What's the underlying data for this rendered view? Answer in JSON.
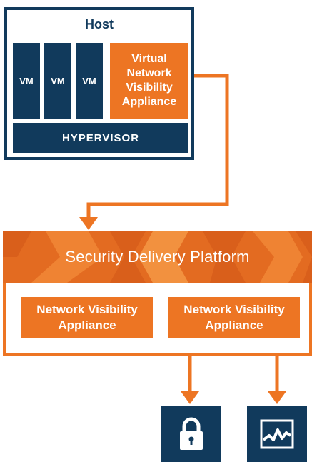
{
  "host": {
    "title": "Host",
    "vms": [
      "VM",
      "VM",
      "VM"
    ],
    "virtual_appliance": "Virtual Network Visibility Appliance",
    "hypervisor": "HYPERVISOR"
  },
  "platform": {
    "title": "Security Delivery Platform",
    "appliances": [
      "Network Visibility Appliance",
      "Network Visibility Appliance"
    ]
  },
  "tools": [
    {
      "icon": "lock-icon"
    },
    {
      "icon": "monitor-graph-icon"
    }
  ],
  "colors": {
    "navy": "#113a5c",
    "orange": "#ed7523",
    "orange_dark": "#e36b21"
  }
}
